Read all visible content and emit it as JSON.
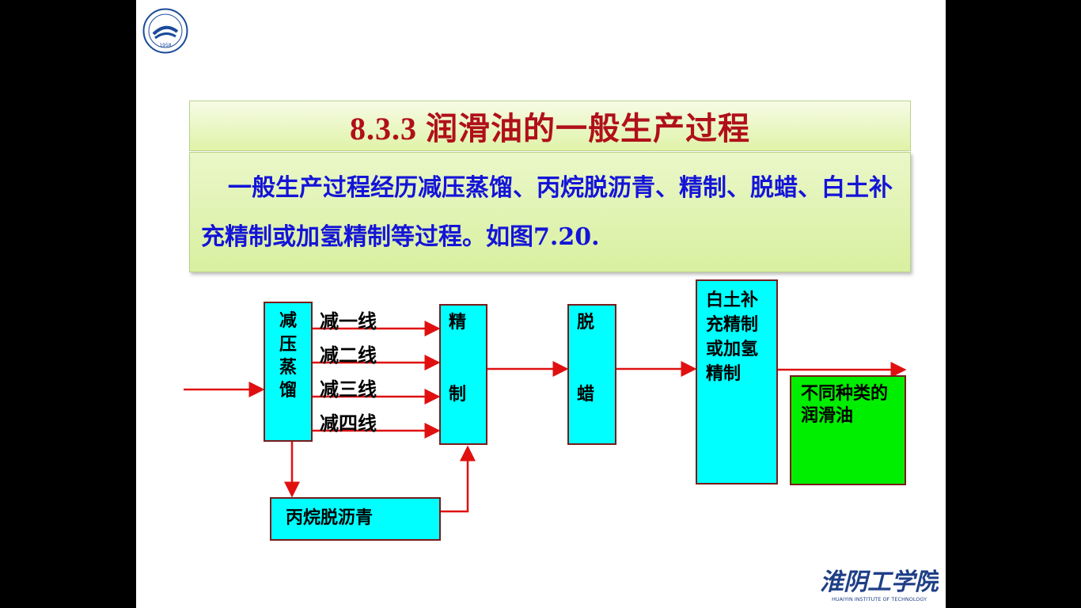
{
  "logo": {
    "year": "1958"
  },
  "title": "8.3.3 润滑油的一般生产过程",
  "paragraph": "一般生产过程经历减压蒸馏、丙烷脱沥青、精制、脱蜡、白土补充精制或加氢精制等过程。如图7.20.",
  "diagram": {
    "vacuum_distillation": [
      "减",
      "压",
      "蒸",
      "馏"
    ],
    "lines": [
      "减一线",
      "减二线",
      "减三线",
      "减四线"
    ],
    "refining": [
      "精",
      "制"
    ],
    "dewaxing": [
      "脱",
      "蜡"
    ],
    "clay_refining": "白土补充精制或加氢精制",
    "propane_deasphalting": "丙烷脱沥青",
    "product": "不同种类的润滑油"
  },
  "brand": {
    "name": "淮阴工学院",
    "english": "HUAIYIN INSTITUTE OF TECHNOLOGY"
  },
  "colors": {
    "title": "#b0101a",
    "body_text": "#1414d8",
    "node_fill": "#00ffff",
    "product_fill": "#00ee00",
    "arrow": "#e01010"
  }
}
